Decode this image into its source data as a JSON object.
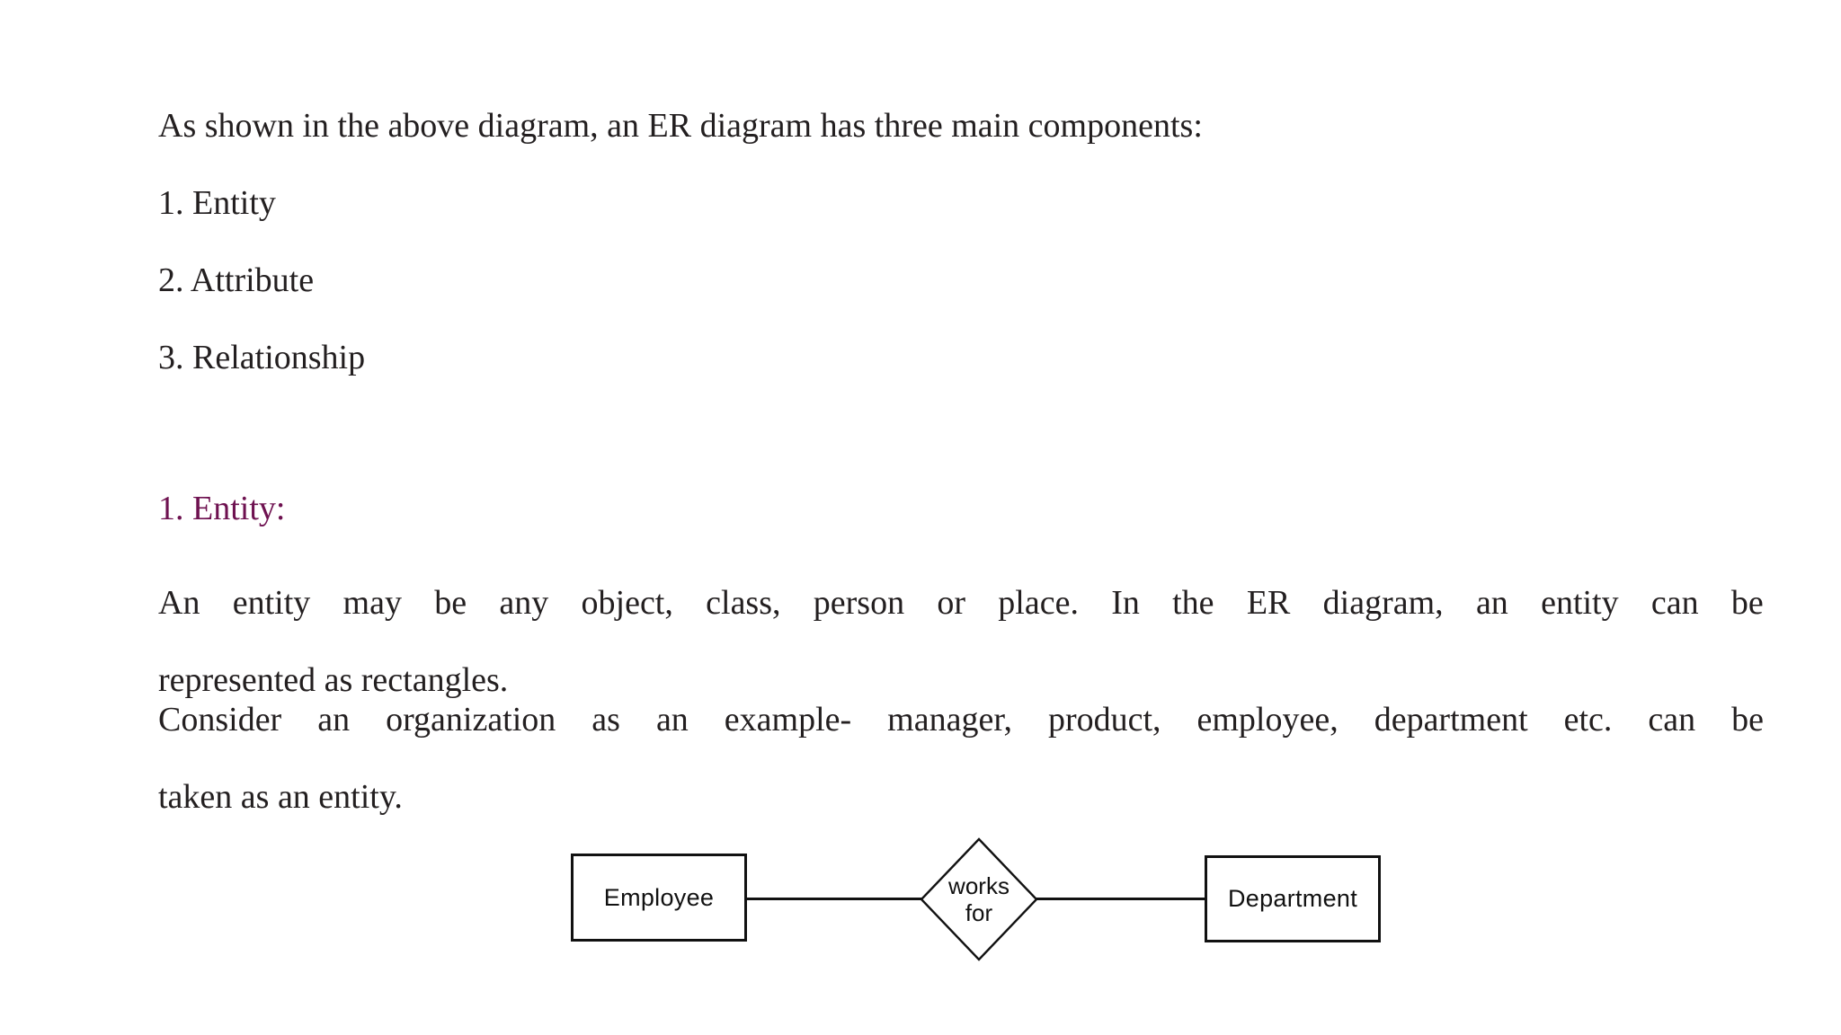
{
  "document": {
    "background_color": "#ffffff",
    "text_color": "#231f20",
    "accent_color": "#6e1150"
  },
  "body": {
    "intro_line": "As shown in the above diagram, an ER diagram has three main components:",
    "components_list": [
      "1. Entity",
      "2. Attribute",
      "3. Relationship"
    ],
    "section_heading": "1. Entity:",
    "paragraph_1": {
      "line_1_a": "An",
      "line_1_b": "entity",
      "line_1_c": "may",
      "line_1_d": "be",
      "line_1_e": "any",
      "line_1_f": "object,",
      "line_1_g": "class,",
      "line_1_h": "person",
      "line_1_i": "or",
      "line_1_j": "place.",
      "line_1_k": "In",
      "line_1_l": "the",
      "line_1_m": "ER",
      "line_1_n": "diagram,",
      "line_1_o": "an",
      "line_1_p": "entity",
      "line_1_q": "can",
      "line_1_r": "be",
      "line_2": "represented as rectangles.",
      "full_text": "An entity may be any object, class, person or place. In the ER diagram, an entity can be represented as rectangles."
    },
    "paragraph_2": {
      "line_1_a": "Consider",
      "line_1_b": "an",
      "line_1_c": "organization",
      "line_1_d": "as",
      "line_1_e": "an",
      "line_1_f": "example-",
      "line_1_g": "manager,",
      "line_1_h": "product,",
      "line_1_i": "employee,",
      "line_1_j": "department",
      "line_1_k": "etc.",
      "line_1_l": "can",
      "line_1_m": "be",
      "line_2": "taken as an entity.",
      "full_text": "Consider an organization as an example- manager, product, employee, department etc. can be taken as an entity."
    }
  },
  "er_diagram": {
    "entities": [
      {
        "label": "Employee"
      },
      {
        "label": "Department"
      }
    ],
    "relationship": {
      "label_line_1": "works",
      "label_line_2": "for"
    },
    "connectors": [
      {
        "from": "Employee",
        "to": "works for"
      },
      {
        "from": "works for",
        "to": "Department"
      }
    ],
    "stroke_color": "#111111",
    "fill_color": "#ffffff"
  }
}
